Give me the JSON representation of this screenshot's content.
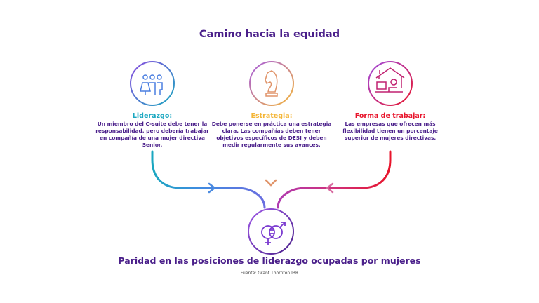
{
  "title": "Camino hacia la equidad",
  "columns": [
    {
      "heading": "Liderazgo:",
      "text": "Un miembro del C-suite debe tener la responsabilidad, pero debería trabajar en compañía de una mujer directiva Senior.",
      "color": "#1aa7c0",
      "icon": "people-icon"
    },
    {
      "heading": "Estrategia:",
      "text": "Debe ponerse en práctica una estrategia clara. Las compañías deben tener objetivos específicos de DESI y deben medir regularmente sus avances.",
      "color": "#f4b638",
      "icon": "chess-knight-icon"
    },
    {
      "heading": "Forma de trabajar:",
      "text": "Las empresas que ofrecen más flexibilidad tienen un porcentaje superior de mujeres directivas.",
      "color": "#e8142b",
      "icon": "home-office-icon"
    }
  ],
  "result": {
    "title": "Paridad en las posiciones de liderazgo ocupadas por mujeres",
    "icon": "gender-equality-icon"
  },
  "source": "Fuente: Grant Thornton IBR"
}
